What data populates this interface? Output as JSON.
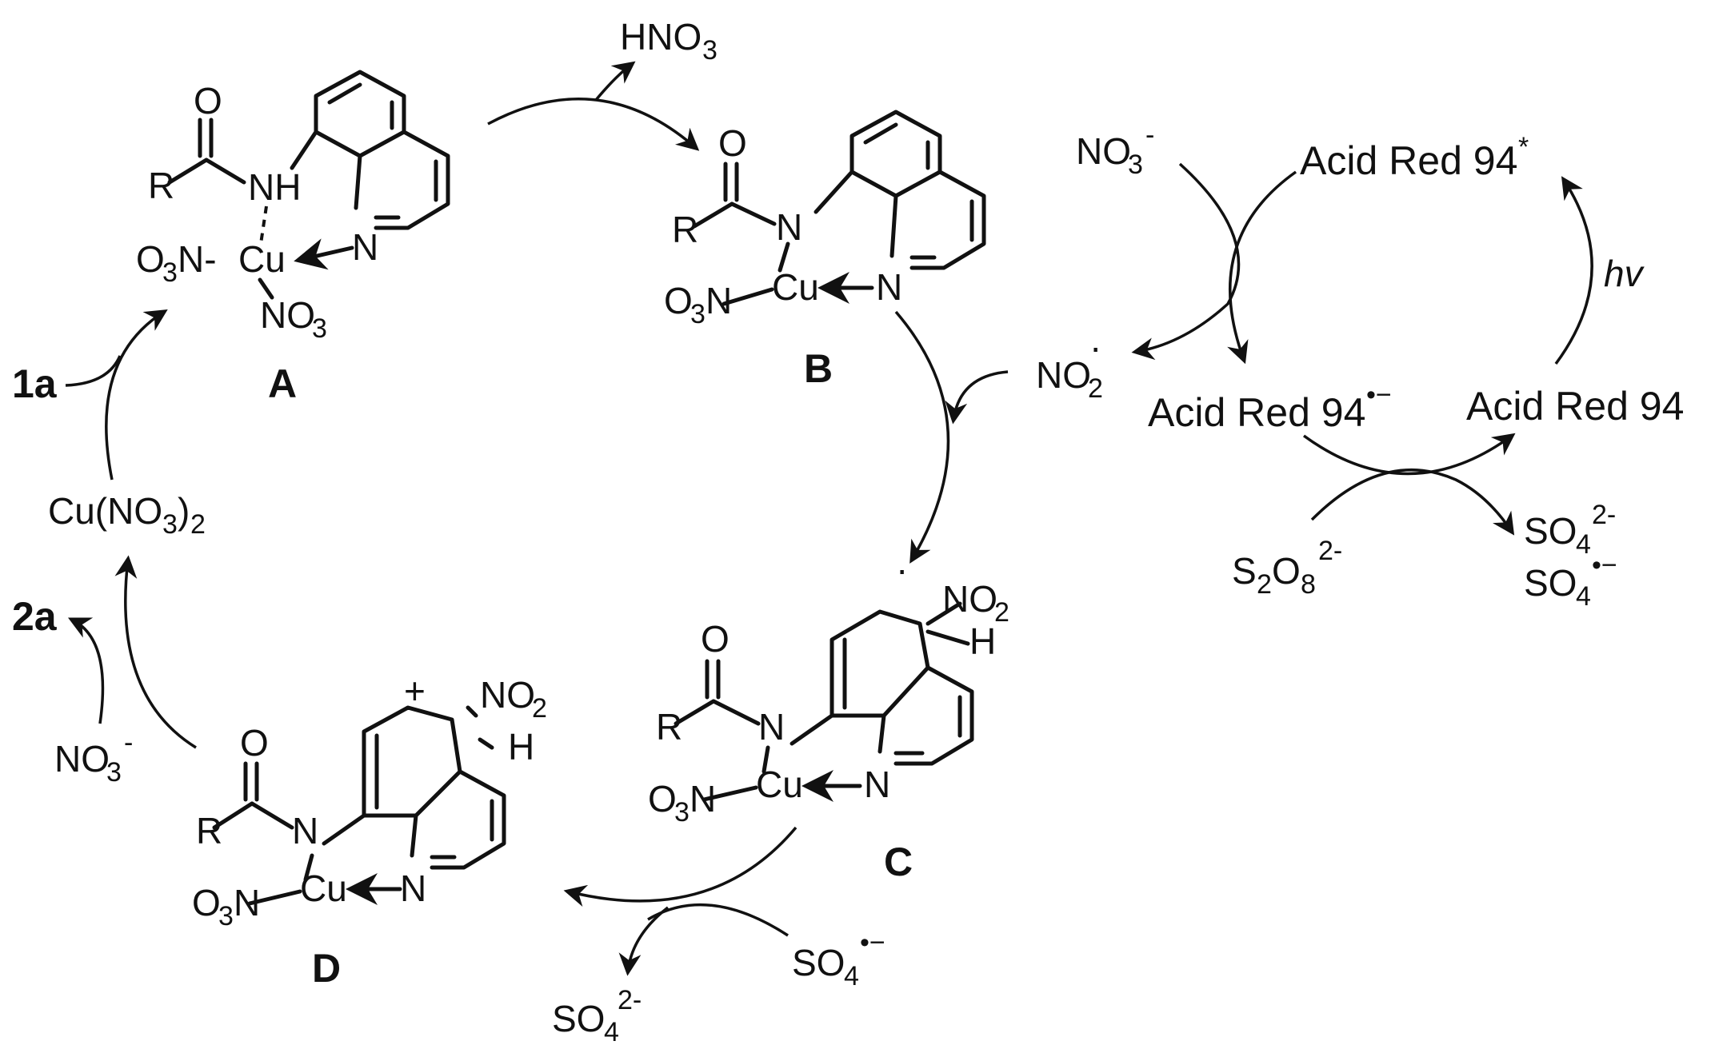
{
  "cycle_labels": {
    "A": "A",
    "B": "B",
    "C": "C",
    "D": "D"
  },
  "atoms": {
    "R": "R",
    "O": "O",
    "N": "N",
    "NH": "NH",
    "H": "H",
    "Cu": "Cu",
    "NO3_left_main": "O",
    "NO3_left_sub": "3",
    "NO3_left_tail": "N-",
    "NO3_axial_main": "NO",
    "NO3_axial_sub": "3",
    "O3N_main": "O",
    "O3N_sub": "3",
    "O3N_tail": "N",
    "NO2_main": "NO",
    "NO2_sub": "2",
    "plus": "+",
    "radical_dot": "·"
  },
  "species": {
    "hno3_main": "HNO",
    "hno3_sub": "3",
    "reagent_1a": "1a",
    "product_2a": "2a",
    "cu_nitrate": "Cu(NO",
    "cu_nitrate_sub": "3",
    "cu_nitrate_tail": ")",
    "cu_nitrate_sub2": "2",
    "nitrate_main": "NO",
    "nitrate_sub": "3",
    "nitrate_sup": "-",
    "nitrite_radical_main": "NO",
    "nitrite_radical_sub": "2",
    "sulfate_main": "SO",
    "sulfate_sub": "4",
    "sulfate_sup": "2-",
    "sulfate_radical_sup": "•−",
    "persulfate_s": "S",
    "persulfate_s_sub": "2",
    "persulfate_o": "O",
    "persulfate_o_sub": "8",
    "persulfate_sup": "2-"
  },
  "photocycle": {
    "dye": "Acid Red 94",
    "excited_sup": "*",
    "radical_anion_sup": "•−",
    "light": "hv"
  }
}
